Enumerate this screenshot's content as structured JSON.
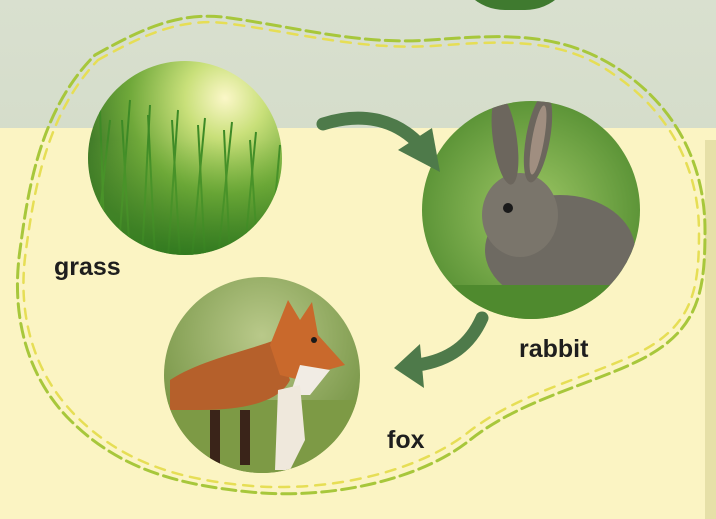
{
  "diagram": {
    "organisms": [
      {
        "id": "grass",
        "label": "grass"
      },
      {
        "id": "rabbit",
        "label": "rabbit"
      },
      {
        "id": "fox",
        "label": "fox"
      }
    ],
    "links": [
      {
        "from": "grass",
        "to": "rabbit"
      },
      {
        "from": "rabbit",
        "to": "fox"
      }
    ]
  },
  "colors": {
    "panel": "#fbf4c3",
    "arrow": "#4e7a4a",
    "outline_green": "#9fc43a",
    "outline_yellow": "#e9e25a"
  }
}
